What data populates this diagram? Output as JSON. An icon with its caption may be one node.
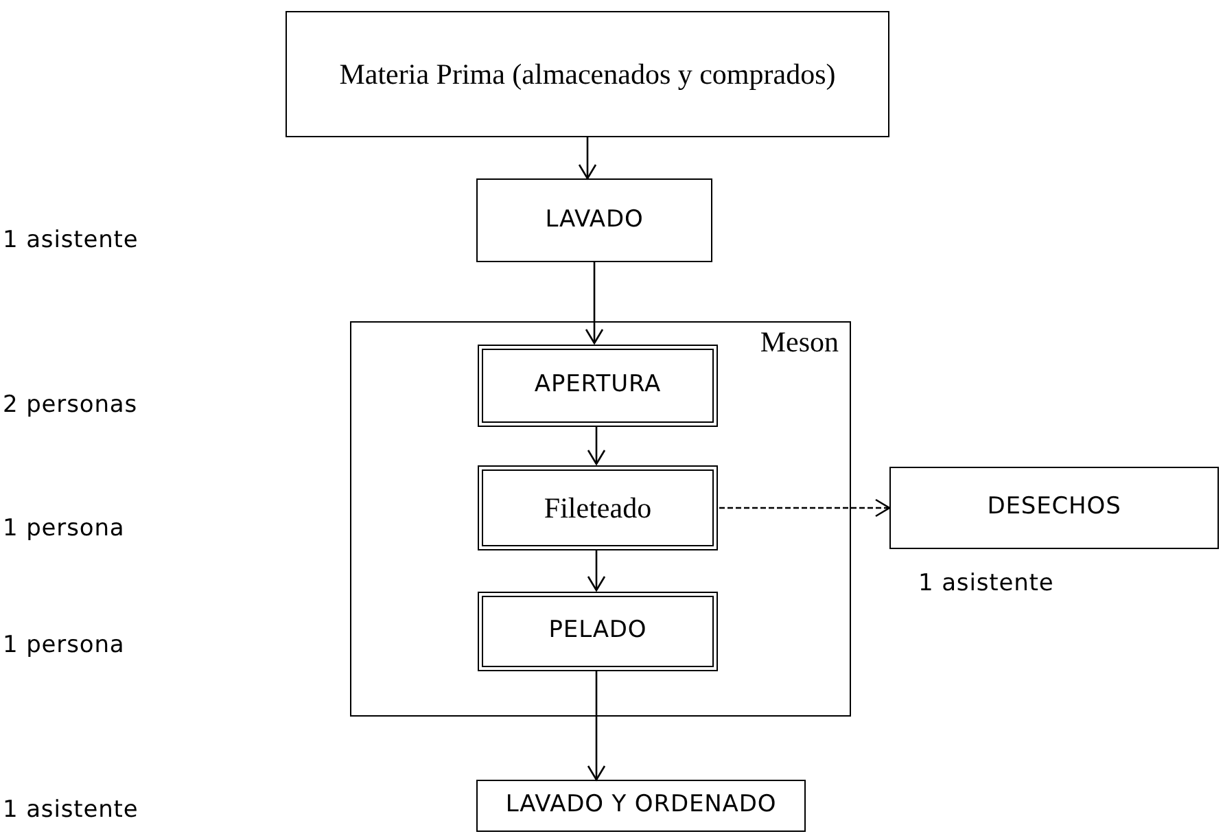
{
  "diagram": {
    "nodes": [
      {
        "text": [
          "Materia Prima (almacenados y comprados)"
        ]
      },
      {
        "text": [
          "LAVADO"
        ]
      },
      {
        "text": [
          "Meson"
        ]
      },
      {
        "text": [
          "APERTURA"
        ],
        "in": 2
      },
      {
        "text": [
          "Fileteado"
        ],
        "in": 2
      },
      {
        "text": [
          "PELADO"
        ],
        "in": 2
      },
      {
        "text": [
          "DESECHOS"
        ],
        "beside": [
          "1 asistente"
        ]
      },
      {
        "text": [
          "LAVADO Y ORDENADO"
        ]
      }
    ],
    "edges": [
      {
        "from": 0,
        "to": 1,
        "arrow": "to"
      },
      {
        "from": 1,
        "to": 3,
        "arrow": "to"
      },
      {
        "from": 3,
        "to": 4,
        "arrow": "to"
      },
      {
        "from": 4,
        "to": 5,
        "arrow": "to"
      },
      {
        "from": 4,
        "to": 6,
        "arrow": "to",
        "style": "dashed"
      },
      {
        "from": 5,
        "to": 7,
        "arrow": "to"
      }
    ],
    "labels": [
      "1 asistente",
      "2 personas",
      "1 persona",
      "1 persona",
      "1 asistente"
    ]
  }
}
